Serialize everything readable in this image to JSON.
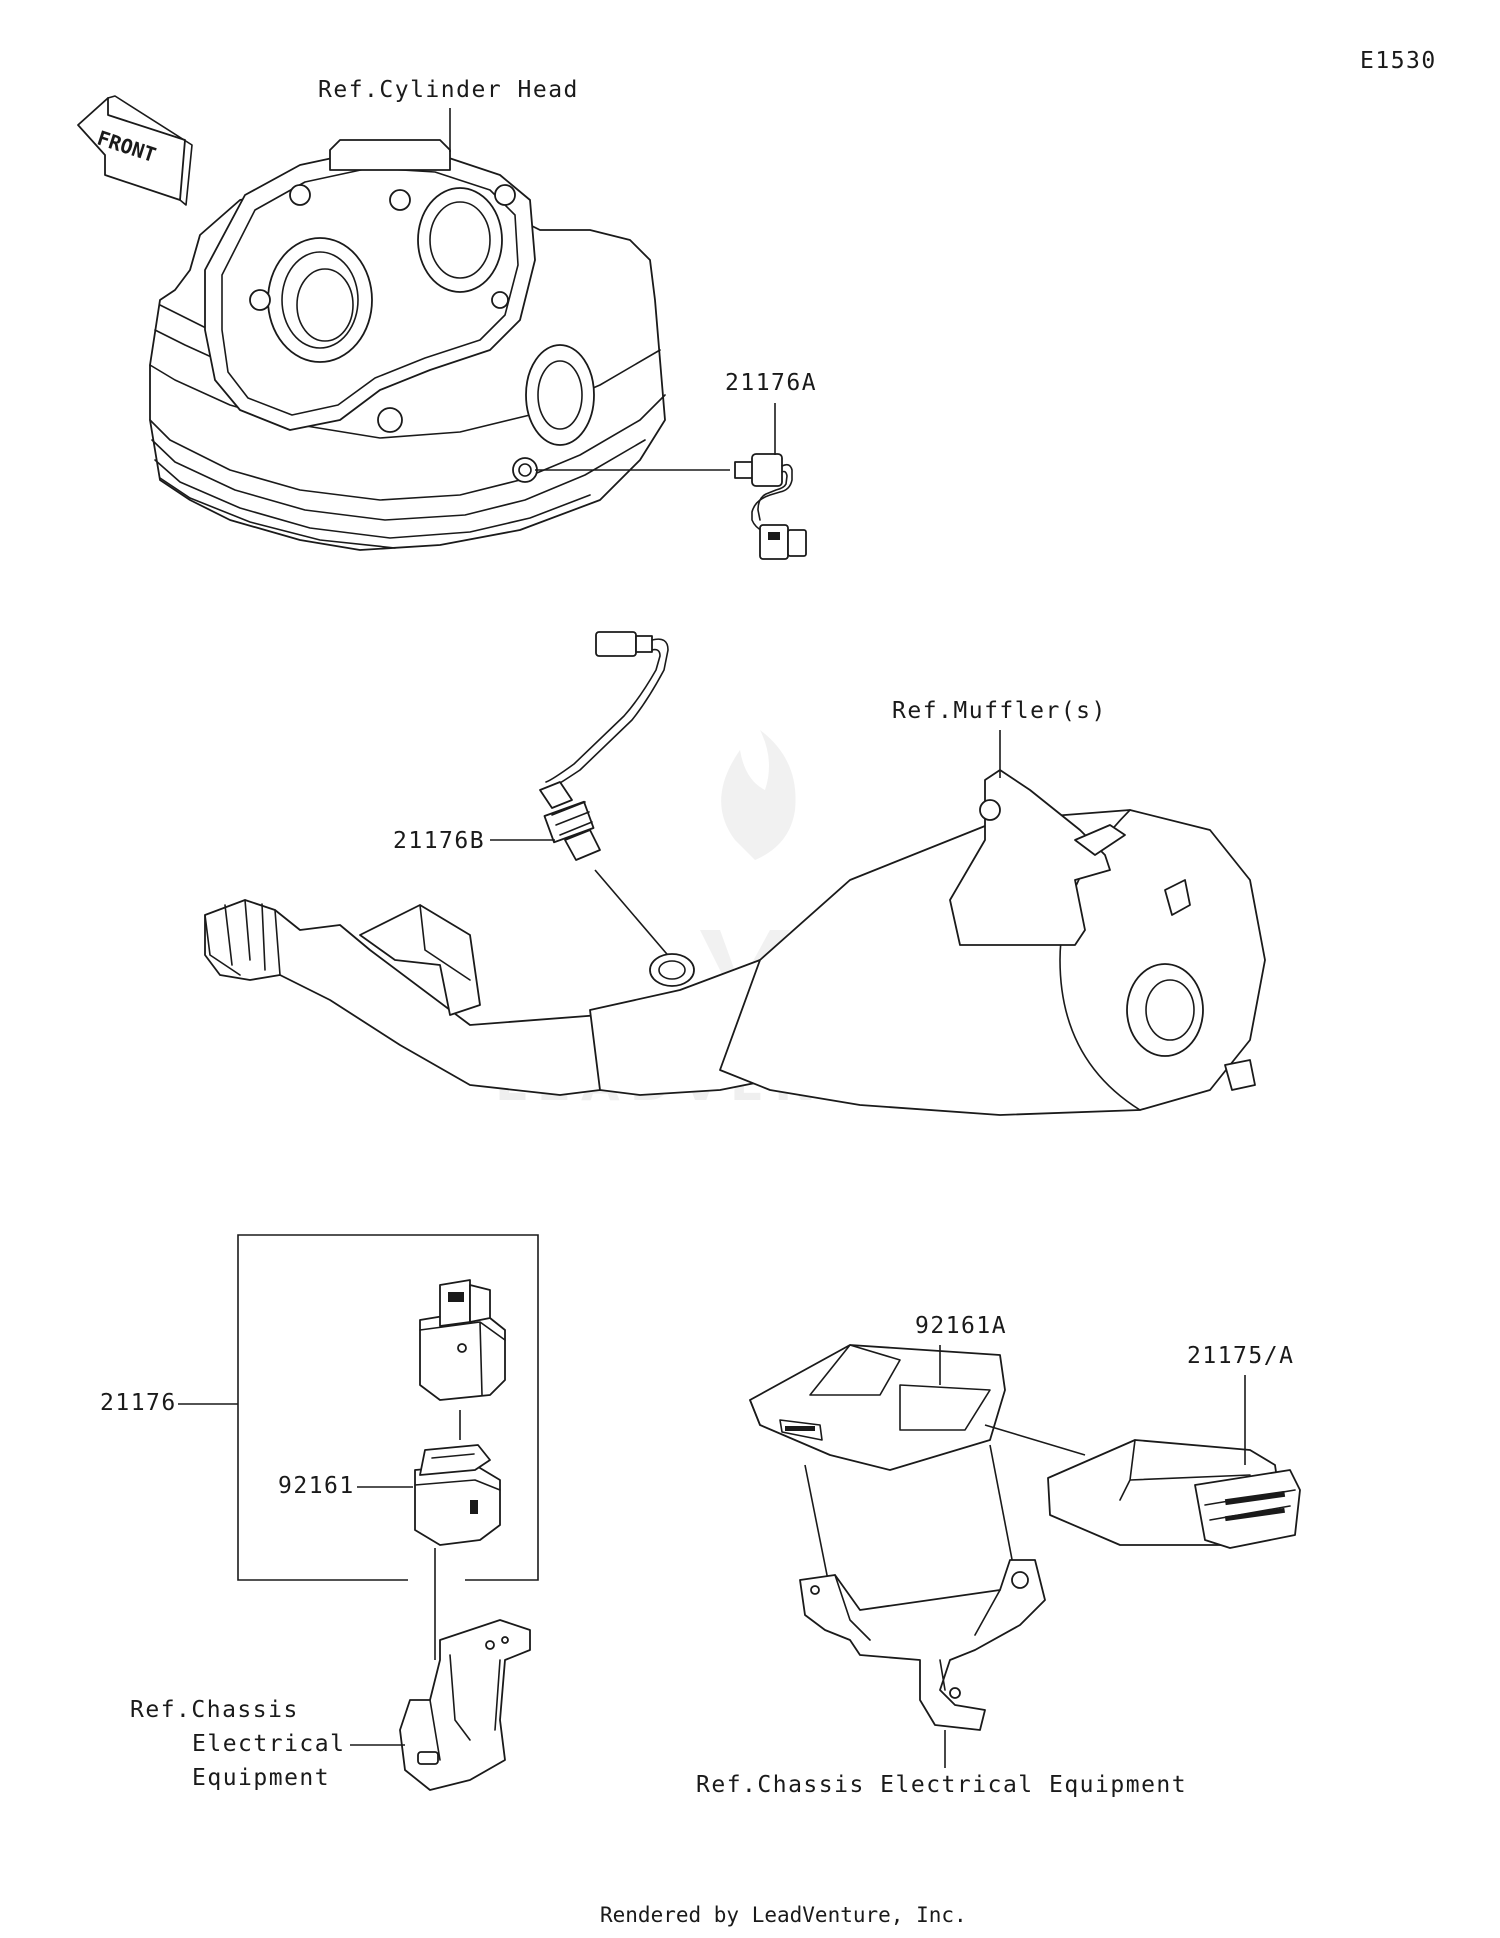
{
  "diagram_id": "E1530",
  "front_label": "FRONT",
  "watermark": "LEADVENTURE",
  "footer": "Rendered by LeadVenture, Inc.",
  "labels": {
    "ref_cylinder_head": "Ref.Cylinder Head",
    "part_21176A": "21176A",
    "part_21176B": "21176B",
    "ref_mufflers": "Ref.Muffler(s)",
    "part_21176": "21176",
    "part_92161": "92161",
    "part_92161A": "92161A",
    "part_21175A": "21175/A",
    "ref_chassis_left_line1": "Ref.Chassis",
    "ref_chassis_left_line2": "Electrical",
    "ref_chassis_left_line3": "Equipment",
    "ref_chassis_right": "Ref.Chassis Electrical Equipment"
  }
}
